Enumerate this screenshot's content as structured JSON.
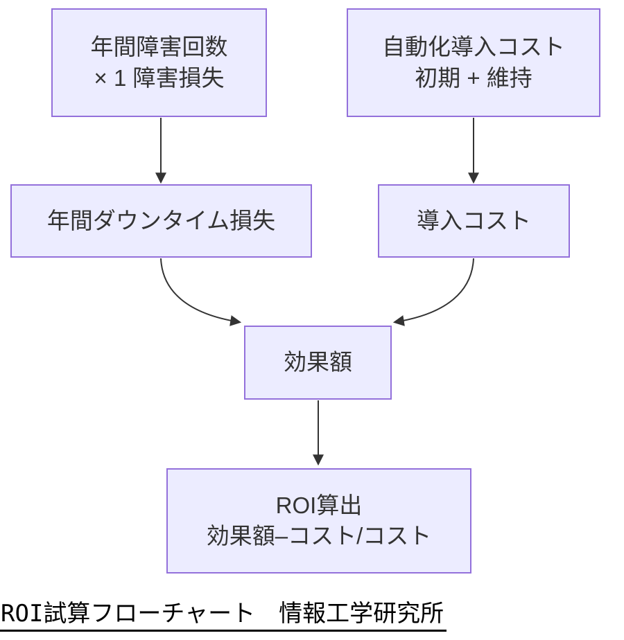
{
  "diagram": {
    "type": "flowchart",
    "direction": "top-down",
    "nodes": [
      {
        "id": "annual-failure-loss",
        "lines": [
          "年間障害回数",
          "× 1 障害損失"
        ]
      },
      {
        "id": "automation-cost",
        "lines": [
          "自動化導入コスト",
          "初期 + 維持"
        ]
      },
      {
        "id": "annual-downtime-loss",
        "lines": [
          "年間ダウンタイム損失"
        ]
      },
      {
        "id": "introduction-cost",
        "lines": [
          "導入コスト"
        ]
      },
      {
        "id": "effect-amount",
        "lines": [
          "効果額"
        ]
      },
      {
        "id": "roi-calculation",
        "lines": [
          "ROI算出",
          "効果額–コスト/コスト"
        ]
      }
    ],
    "edges": [
      {
        "from": "annual-failure-loss",
        "to": "annual-downtime-loss"
      },
      {
        "from": "automation-cost",
        "to": "introduction-cost"
      },
      {
        "from": "annual-downtime-loss",
        "to": "effect-amount"
      },
      {
        "from": "introduction-cost",
        "to": "effect-amount"
      },
      {
        "from": "effect-amount",
        "to": "roi-calculation"
      }
    ],
    "colors": {
      "node_fill": "#ECECFF",
      "node_border": "#9370DB",
      "arrow": "#333333",
      "node_text": "#333333",
      "caption_text": "#000000"
    }
  },
  "caption": {
    "text": "ROI試算フローチャート　情報工学研究所"
  }
}
